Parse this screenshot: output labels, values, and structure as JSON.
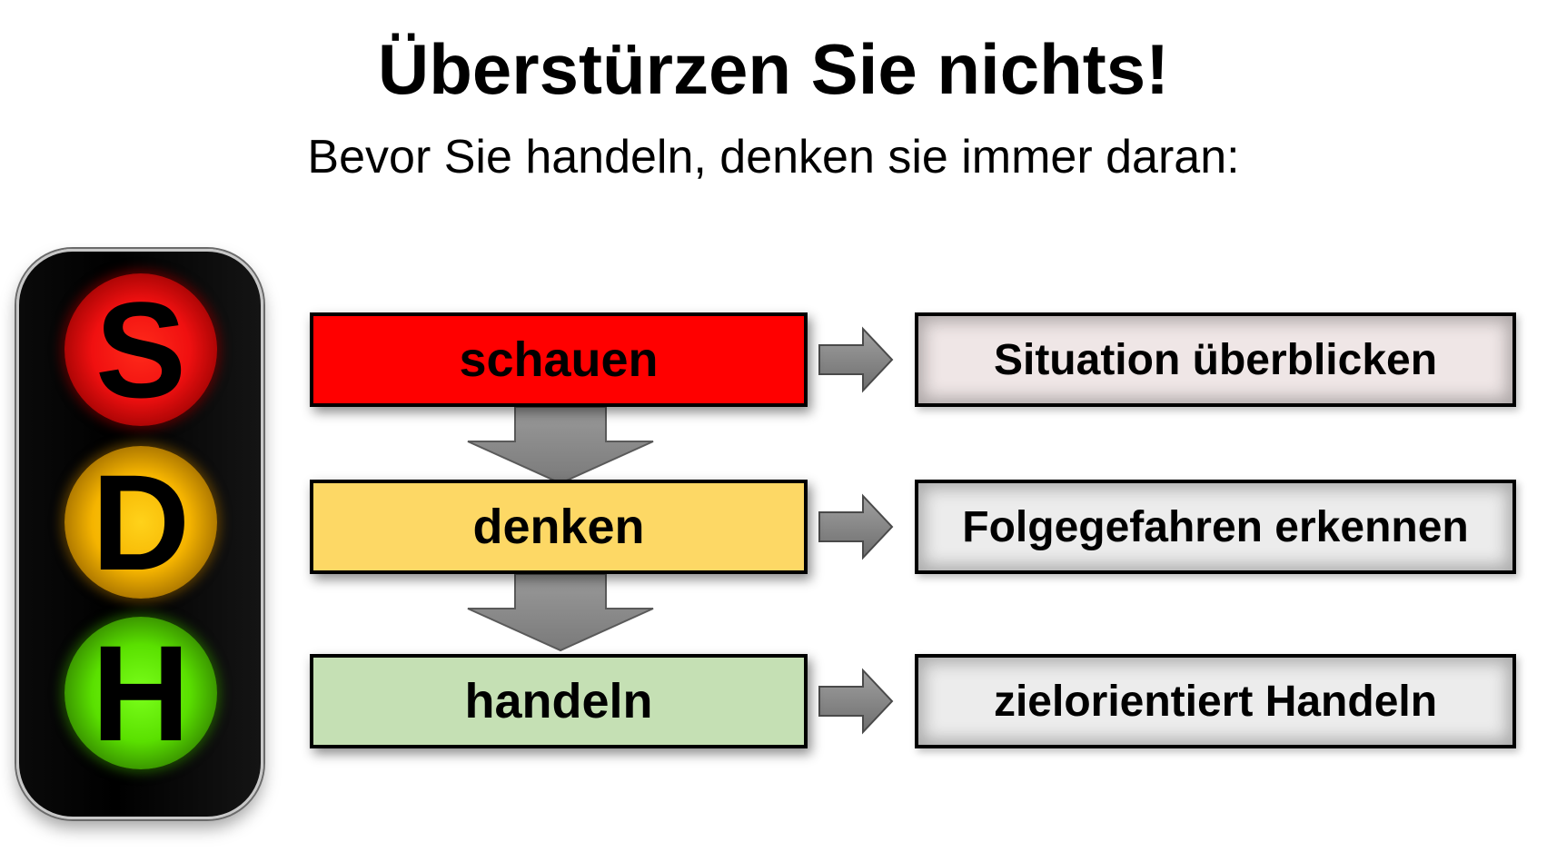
{
  "title": "Überstürzen Sie nichts!",
  "subtitle": "Bevor Sie handeln, denken sie immer daran:",
  "traffic_light": {
    "letters": [
      "S",
      "D",
      "H"
    ],
    "colors": [
      "#ff0000",
      "#f5b400",
      "#5ae000"
    ]
  },
  "steps": [
    {
      "label": "schauen",
      "color": "#ff0000"
    },
    {
      "label": "denken",
      "color": "#fdd865"
    },
    {
      "label": "handeln",
      "color": "#c5e0b4"
    }
  ],
  "results": [
    {
      "label": "Situation überblicken"
    },
    {
      "label": "Folgegefahren erkennen"
    },
    {
      "label": "zielorientiert Handeln"
    }
  ],
  "arrow_color": "#8c8c8c"
}
